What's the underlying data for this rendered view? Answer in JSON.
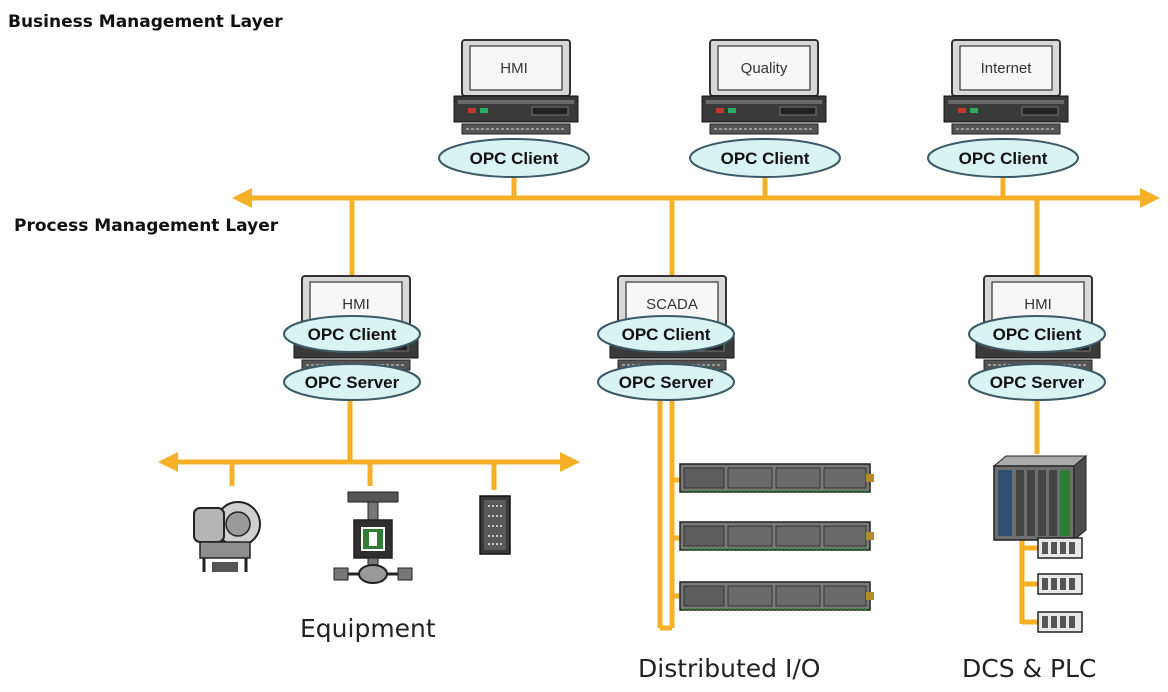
{
  "layers": {
    "business": "Business Management Layer",
    "process": "Process Management Layer"
  },
  "business_nodes": [
    {
      "screen": "HMI",
      "role": "OPC Client"
    },
    {
      "screen": "Quality",
      "role": "OPC Client"
    },
    {
      "screen": "Internet",
      "role": "OPC Client"
    }
  ],
  "process_nodes": [
    {
      "screen": "HMI",
      "client": "OPC Client",
      "server": "OPC Server"
    },
    {
      "screen": "SCADA",
      "client": "OPC Client",
      "server": "OPC Server"
    },
    {
      "screen": "HMI",
      "client": "OPC Client",
      "server": "OPC Server"
    }
  ],
  "captions": {
    "equipment": "Equipment",
    "distributed_io": "Distributed I/O",
    "dcs_plc": "DCS & PLC"
  },
  "colors": {
    "bus": "#f5b027",
    "oval_fill": "#d9f2f2",
    "oval_stroke": "#3c5a66"
  },
  "icons": {
    "workstation": "computer-workstation-icon",
    "transmitter": "pressure-transmitter-icon",
    "valve": "control-valve-icon",
    "io_card": "io-module-icon",
    "io_rail": "distributed-io-rail-icon",
    "dcs_rack": "dcs-rack-icon",
    "plc": "plc-module-icon"
  }
}
